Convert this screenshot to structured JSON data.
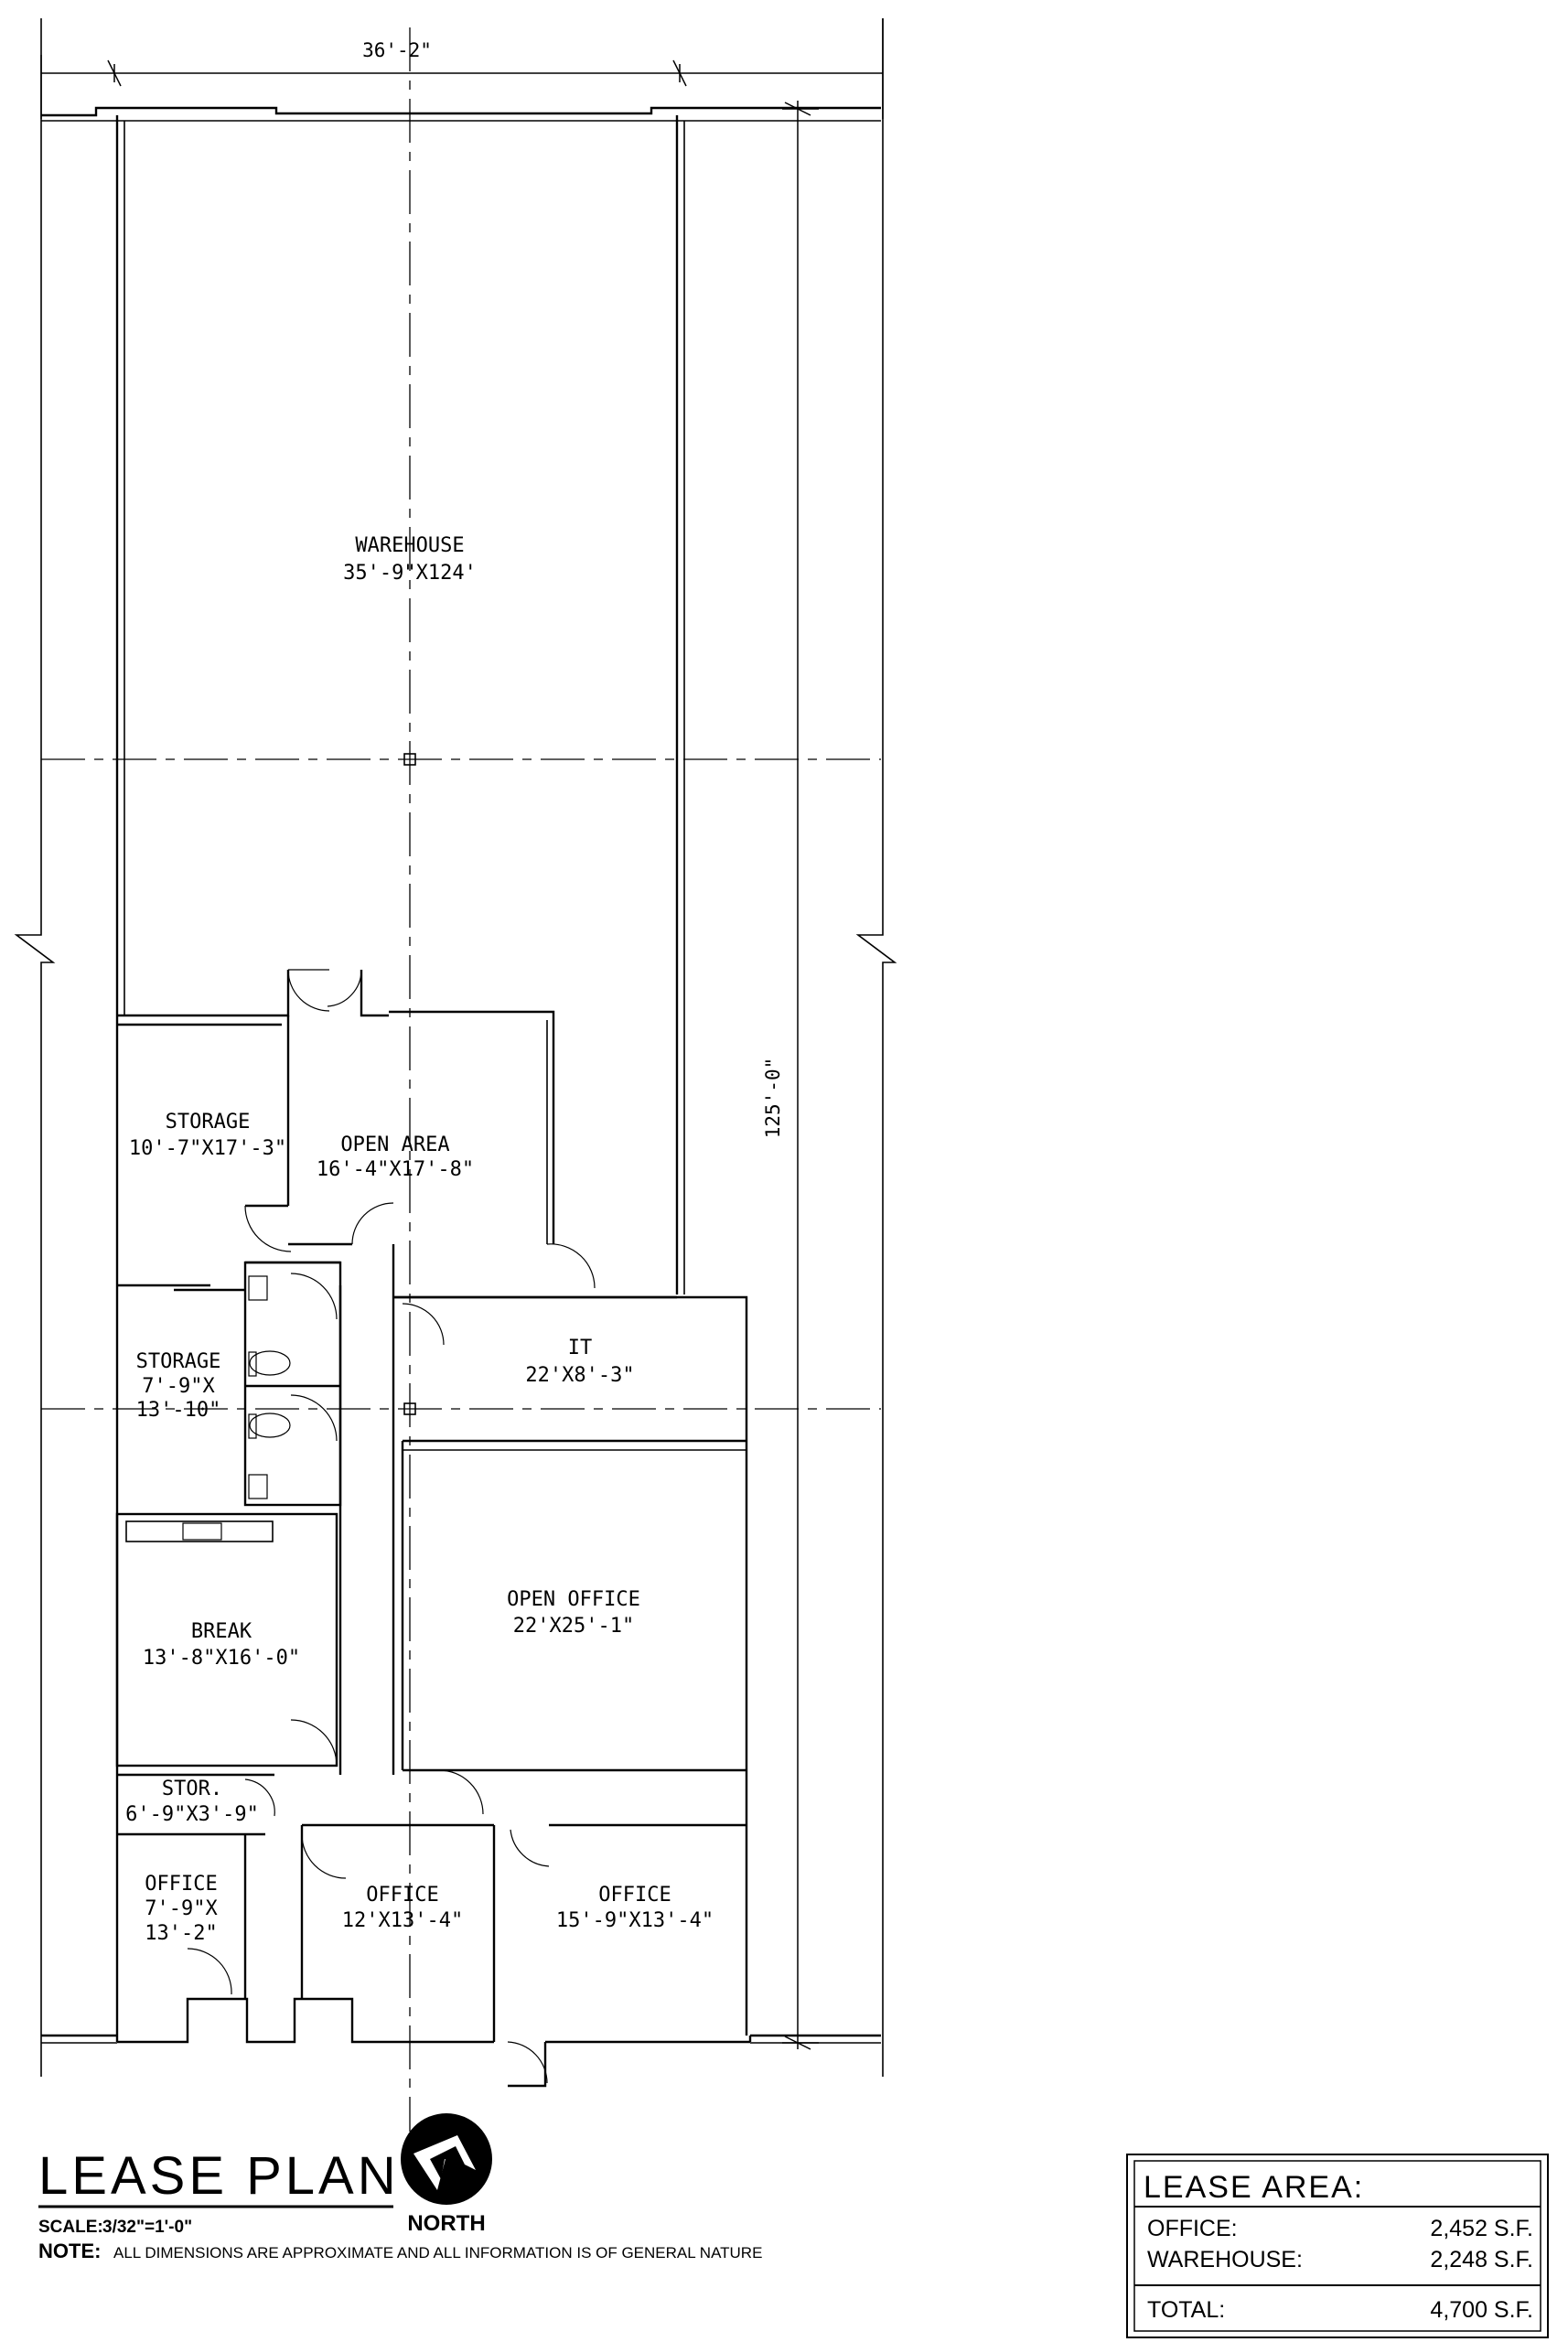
{
  "plan": {
    "overall_width": "36'-2\"",
    "overall_depth": "125'-0\"",
    "rooms": {
      "warehouse": {
        "name": "WAREHOUSE",
        "size": "35'-9\"X124'"
      },
      "storage_1": {
        "name": "STORAGE",
        "size": "10'-7\"X17'-3\""
      },
      "open_area": {
        "name": "OPEN AREA",
        "size": "16'-4\"X17'-8\""
      },
      "it": {
        "name": "IT",
        "size": "22'X8'-3\""
      },
      "storage_2": {
        "name": "STORAGE",
        "size_line1": "7'-9\"X",
        "size_line2": "13'-10\""
      },
      "break": {
        "name": "BREAK",
        "size": "13'-8\"X16'-0\""
      },
      "open_office": {
        "name": "OPEN OFFICE",
        "size": "22'X25'-1\""
      },
      "stor": {
        "name": "STOR.",
        "size": "6'-9\"X3'-9\""
      },
      "office_1": {
        "name": "OFFICE",
        "size_line1": "7'-9\"X",
        "size_line2": "13'-2\""
      },
      "office_2": {
        "name": "OFFICE",
        "size": "12'X13'-4\""
      },
      "office_3": {
        "name": "OFFICE",
        "size": "15'-9\"X13'-4\""
      }
    }
  },
  "title_block": {
    "title": "LEASE PLAN",
    "scale_label": "SCALE:",
    "scale_value": "3/32\"=1'-0\"",
    "north_label": "NORTH",
    "note_label": "NOTE:",
    "note_text": "ALL DIMENSIONS ARE APPROXIMATE AND ALL INFORMATION IS OF GENERAL NATURE"
  },
  "lease_area": {
    "title": "LEASE AREA:",
    "rows": [
      {
        "label": "OFFICE:",
        "value": "2,452 S.F."
      },
      {
        "label": "WAREHOUSE:",
        "value": "2,248 S.F."
      }
    ],
    "total": {
      "label": "TOTAL:",
      "value": "4,700 S.F."
    }
  }
}
